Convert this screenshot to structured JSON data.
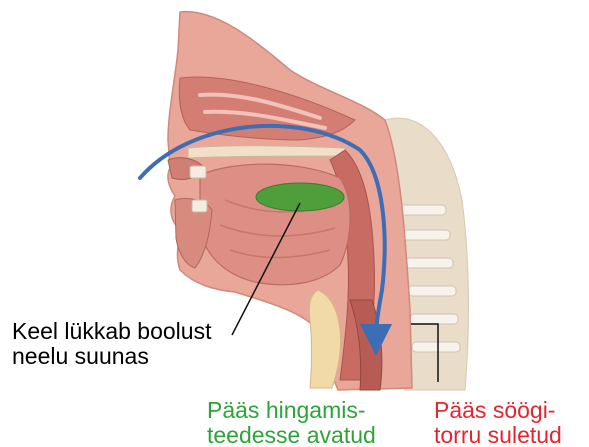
{
  "labels": {
    "tongue": {
      "line1": "Keel lükkab boolust",
      "line2": "neelu suunas",
      "color": "#000000"
    },
    "airway": {
      "line1": "Pääs hingamis-",
      "line2": "teedesse avatud",
      "color": "#2fa33a"
    },
    "esophagus": {
      "line1": "Pääs söögi-",
      "line2": "torru suletud",
      "color": "#e3262e"
    }
  },
  "colors": {
    "swallow_arrow": "#3d6db5",
    "bolus": "#4f9e3c"
  }
}
